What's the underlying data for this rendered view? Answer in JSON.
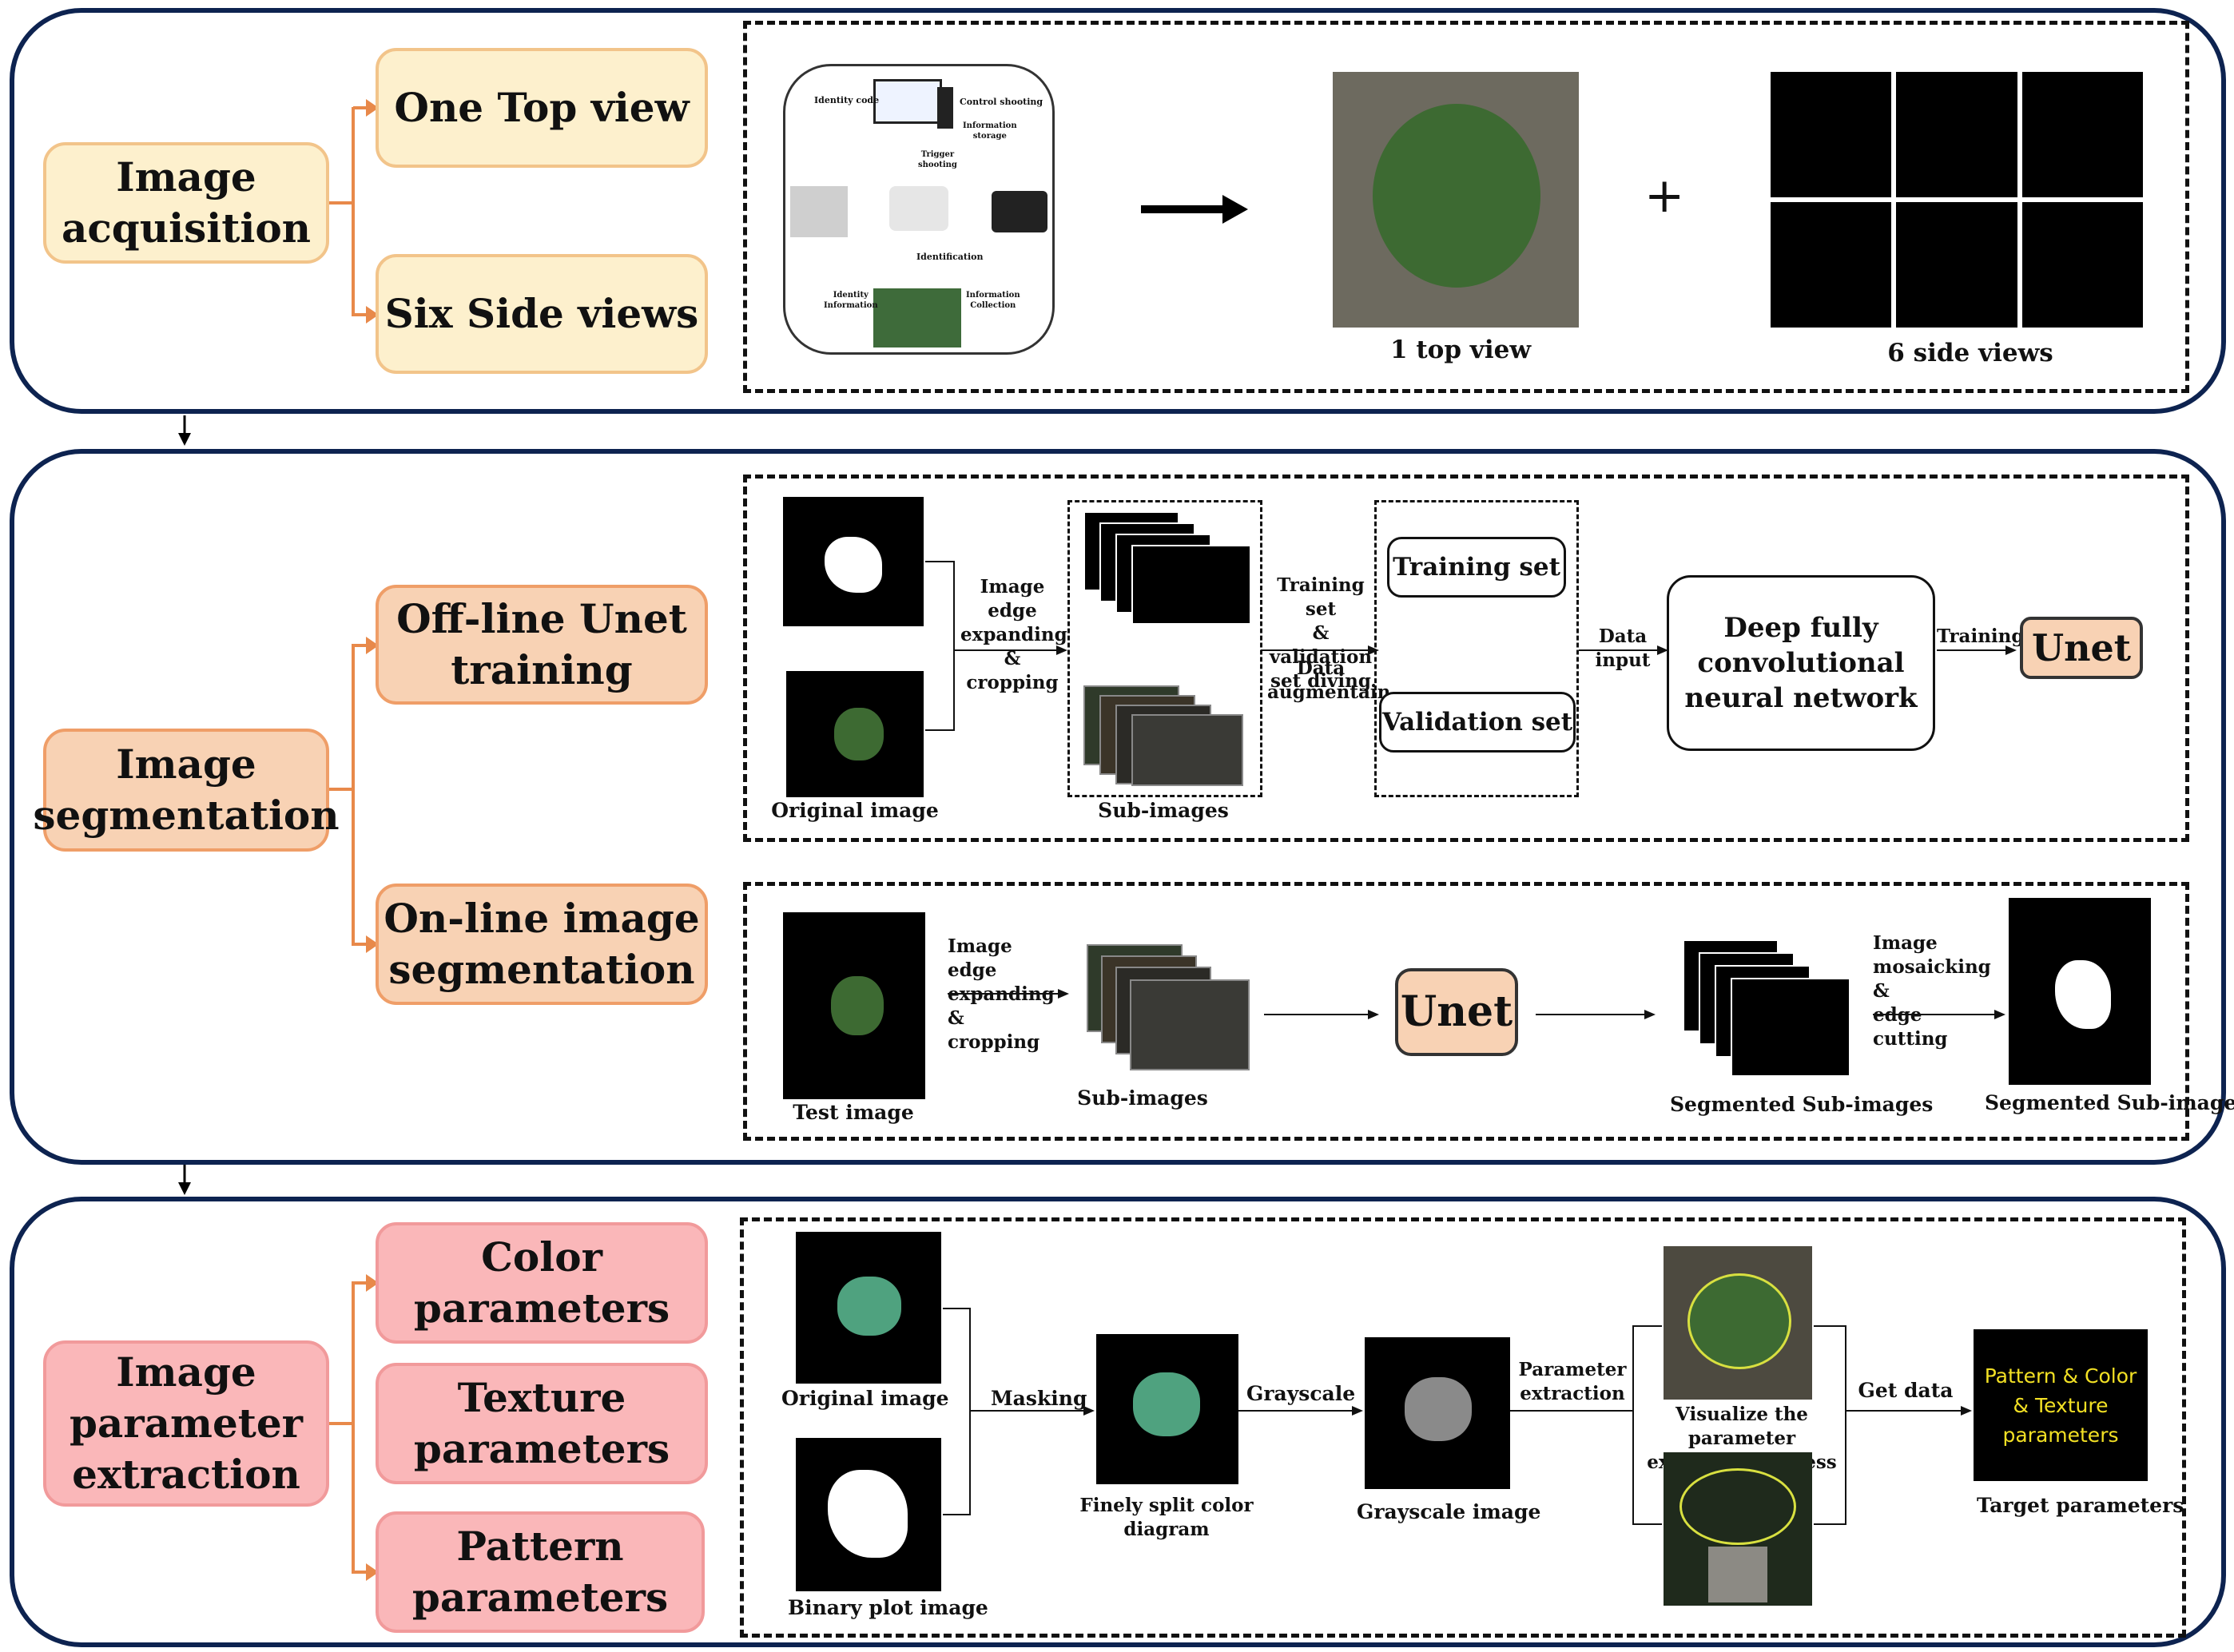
{
  "stages": {
    "acquisition": {
      "title": "Image\nacquisition",
      "subs": [
        "One Top view",
        "Six Side views"
      ],
      "captions": {
        "top": "1 top view",
        "side": "6 side views"
      },
      "plus": "+",
      "system": {
        "identity_code": "Identity code",
        "control_shooting": "Control shooting",
        "information_storage": "Information\nstorage",
        "trigger_shooting": "Trigger\nshooting",
        "identification": "Identification",
        "identity_information": "Identity\nInformation",
        "information_collection": "Information\nCollection"
      }
    },
    "segmentation": {
      "title": "Image\nsegmentation",
      "subs": [
        "Off-line Unet\ntraining",
        "On-line image\nsegmentation"
      ],
      "offline": {
        "original_image": "Original image",
        "sub_images": "Sub-images",
        "step1": "Image edge\nexpanding\n& cropping",
        "step2": "Training set\n& validation\nset diving",
        "step2b": "Data\naugmentain",
        "training_set": "Training set",
        "validation_set": "Validation set",
        "data_input": "Data input",
        "network": "Deep fully\nconvolutional\nneural network",
        "training": "Training",
        "unet": "Unet"
      },
      "online": {
        "test_image": "Test image",
        "step1": "Image edge\nexpanding\n& cropping",
        "sub_images": "Sub-images",
        "unet": "Unet",
        "segmented_sub_images": "Segmented Sub-images",
        "step2": "Image\nmosaicking &\nedge cutting",
        "segmented_result": "Segmented Sub-images"
      }
    },
    "extraction": {
      "title": "Image\nparameter\nextraction",
      "subs": [
        "Color\nparameters",
        "Texture\nparameters",
        "Pattern\nparameters"
      ],
      "flow": {
        "original_image": "Original image",
        "binary_plot_image": "Binary plot image",
        "masking": "Masking",
        "finely_split": "Finely split color\ndiagram",
        "grayscale": "Grayscale",
        "grayscale_image": "Grayscale image",
        "parameter_extraction": "Parameter\nextraction",
        "visualize": "Visualize the parameter\nextraction process",
        "get_data": "Get data",
        "target_box": "Pattern & Color\n& Texture\nparameters",
        "target_parameters": "Target parameters"
      }
    }
  },
  "colors": {
    "panel_border": "#0d2350",
    "yellow_fill": "#fdf0cd",
    "orange_fill": "#f8d2b4",
    "pink_fill": "#fab7b9",
    "connector": "#e8894a",
    "target_text": "#f2e024"
  }
}
